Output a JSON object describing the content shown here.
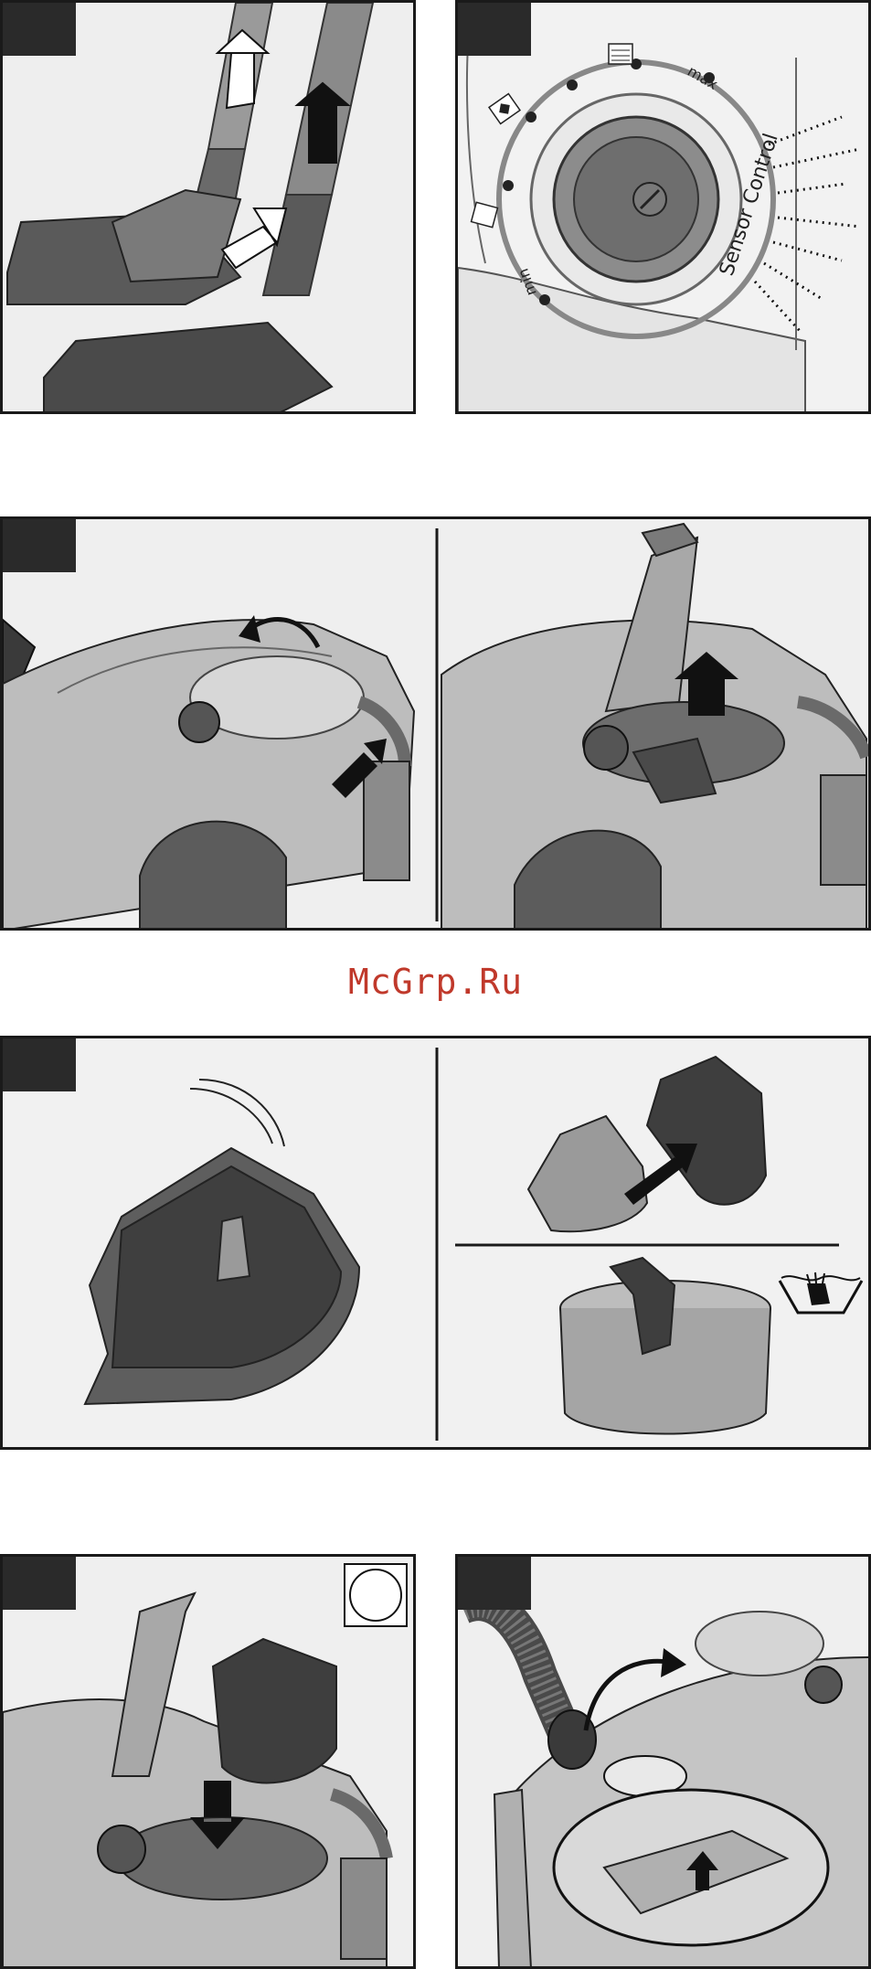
{
  "watermark": "McGrp.Ru",
  "dial": {
    "brand_text": "Sensor Control",
    "max_label": "max",
    "min_label": "min"
  },
  "icons": {
    "hand_wash": "hand-wash-icon",
    "circle_symbol": "circle-symbol-icon"
  },
  "colors": {
    "frame": "#1a1a1a",
    "tag": "#2a2a2a",
    "appliance_dark": "#4a4a4a",
    "appliance_mid": "#8a8a8a",
    "appliance_light": "#d0d0d0",
    "watermark": "#c0392b"
  }
}
